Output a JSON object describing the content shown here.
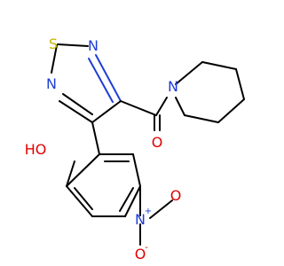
{
  "structure": {
    "atoms": {
      "sulfur": "S",
      "ring_nitrogen_top": "N",
      "ring_nitrogen_left": "N",
      "amide_nitrogen": "N",
      "carbonyl_oxygen": "O",
      "hydroxyl": "HO",
      "nitro_nitrogen": "N",
      "nitro_charge_plus": "+",
      "nitro_oxygen_top": "O",
      "nitro_oxygen_bottom": "O",
      "nitro_charge_minus": "-"
    }
  },
  "colors": {
    "sulfur": "#c8b400",
    "nitrogen": "#1f3fd6",
    "oxygen": "#e00000",
    "bond": "#000000"
  }
}
